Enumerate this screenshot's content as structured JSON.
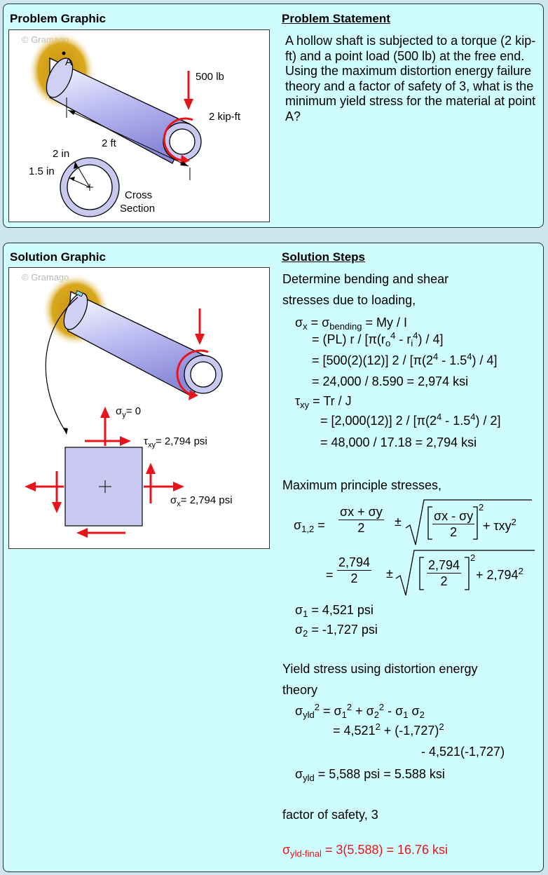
{
  "problem": {
    "graphic_title": "Problem Graphic",
    "statement_title": "Problem Statement",
    "statement": "A hollow shaft is subjected to a torque (2 kip-ft) and a point load (500 lb) at the free end. Using the maximum distortion energy failure theory and a factor of safety of 3, what is the minimum yield stress for the material at point A?",
    "watermark": "© Gramago",
    "labels": {
      "point": "A",
      "load": "500 lb",
      "torque": "2 kip-ft",
      "length": "2 ft",
      "outer": "2 in",
      "inner": "1.5 in",
      "cs1": "Cross",
      "cs2": "Section"
    }
  },
  "solution": {
    "graphic_title": "Solution Graphic",
    "steps_title": "Solution Steps",
    "watermark": "© Gramago",
    "labels": {
      "sig_y": "= 0",
      "tau": "= 2,794 psi",
      "sig_x": "= 2,794 psi"
    },
    "intro1": "Determine bending and shear",
    "intro2": "stresses due to loading,",
    "l1a": " = σ",
    "l1b": " = My / I",
    "l2a": "= (PL) r / [π(r",
    "l2b": " - r",
    "l2c": ") / 4]",
    "l3a": "= [500(2)(12)] 2 / [π(2",
    "l3b": " - 1.5",
    "l3c": ") / 4]",
    "l4": "= 24,000 / 8.590 = 2,974 ksi",
    "l5": " = Tr / J",
    "l6a": "= [2,000(12)] 2 / [π(2",
    "l6b": " - 1.5",
    "l6c": ") / 2]",
    "l7": "= 48,000 / 17.18 = 2,794 ksi",
    "principal_title": "Maximum principle stresses,",
    "num1": "σx + σy",
    "den1": "2",
    "pm": "±",
    "inner_num1": "σx - σy",
    "inner_den1": "2",
    "plus_tau": "+ τxy",
    "eq2_num": "2,794",
    "eq2_den": "2",
    "eq2_inner_num": "2,794",
    "eq2_inner_den": "2",
    "eq2_tail": "+ 2,794",
    "s1": " = 4,521 psi",
    "s2": " = -1,727 psi",
    "yield1": "Yield stress using distortion energy",
    "yield2": "theory",
    "y1a": " = σ",
    "y1b": " + σ",
    "y1c": " - σ",
    "y1d": " σ",
    "y2a": "= 4,521",
    "y2b": " + (-1,727)",
    "y3": "- 4,521(-1,727)",
    "y4": " = 5,588 psi = 5.588 ksi",
    "fos": "factor of safety, 3",
    "final": " = 3(5.588) = 16.76 ksi"
  },
  "colors": {
    "arrow": "#e8141b",
    "shaft": "#b8b8f0",
    "wall": "#d4a017",
    "final": "#e8141b"
  }
}
